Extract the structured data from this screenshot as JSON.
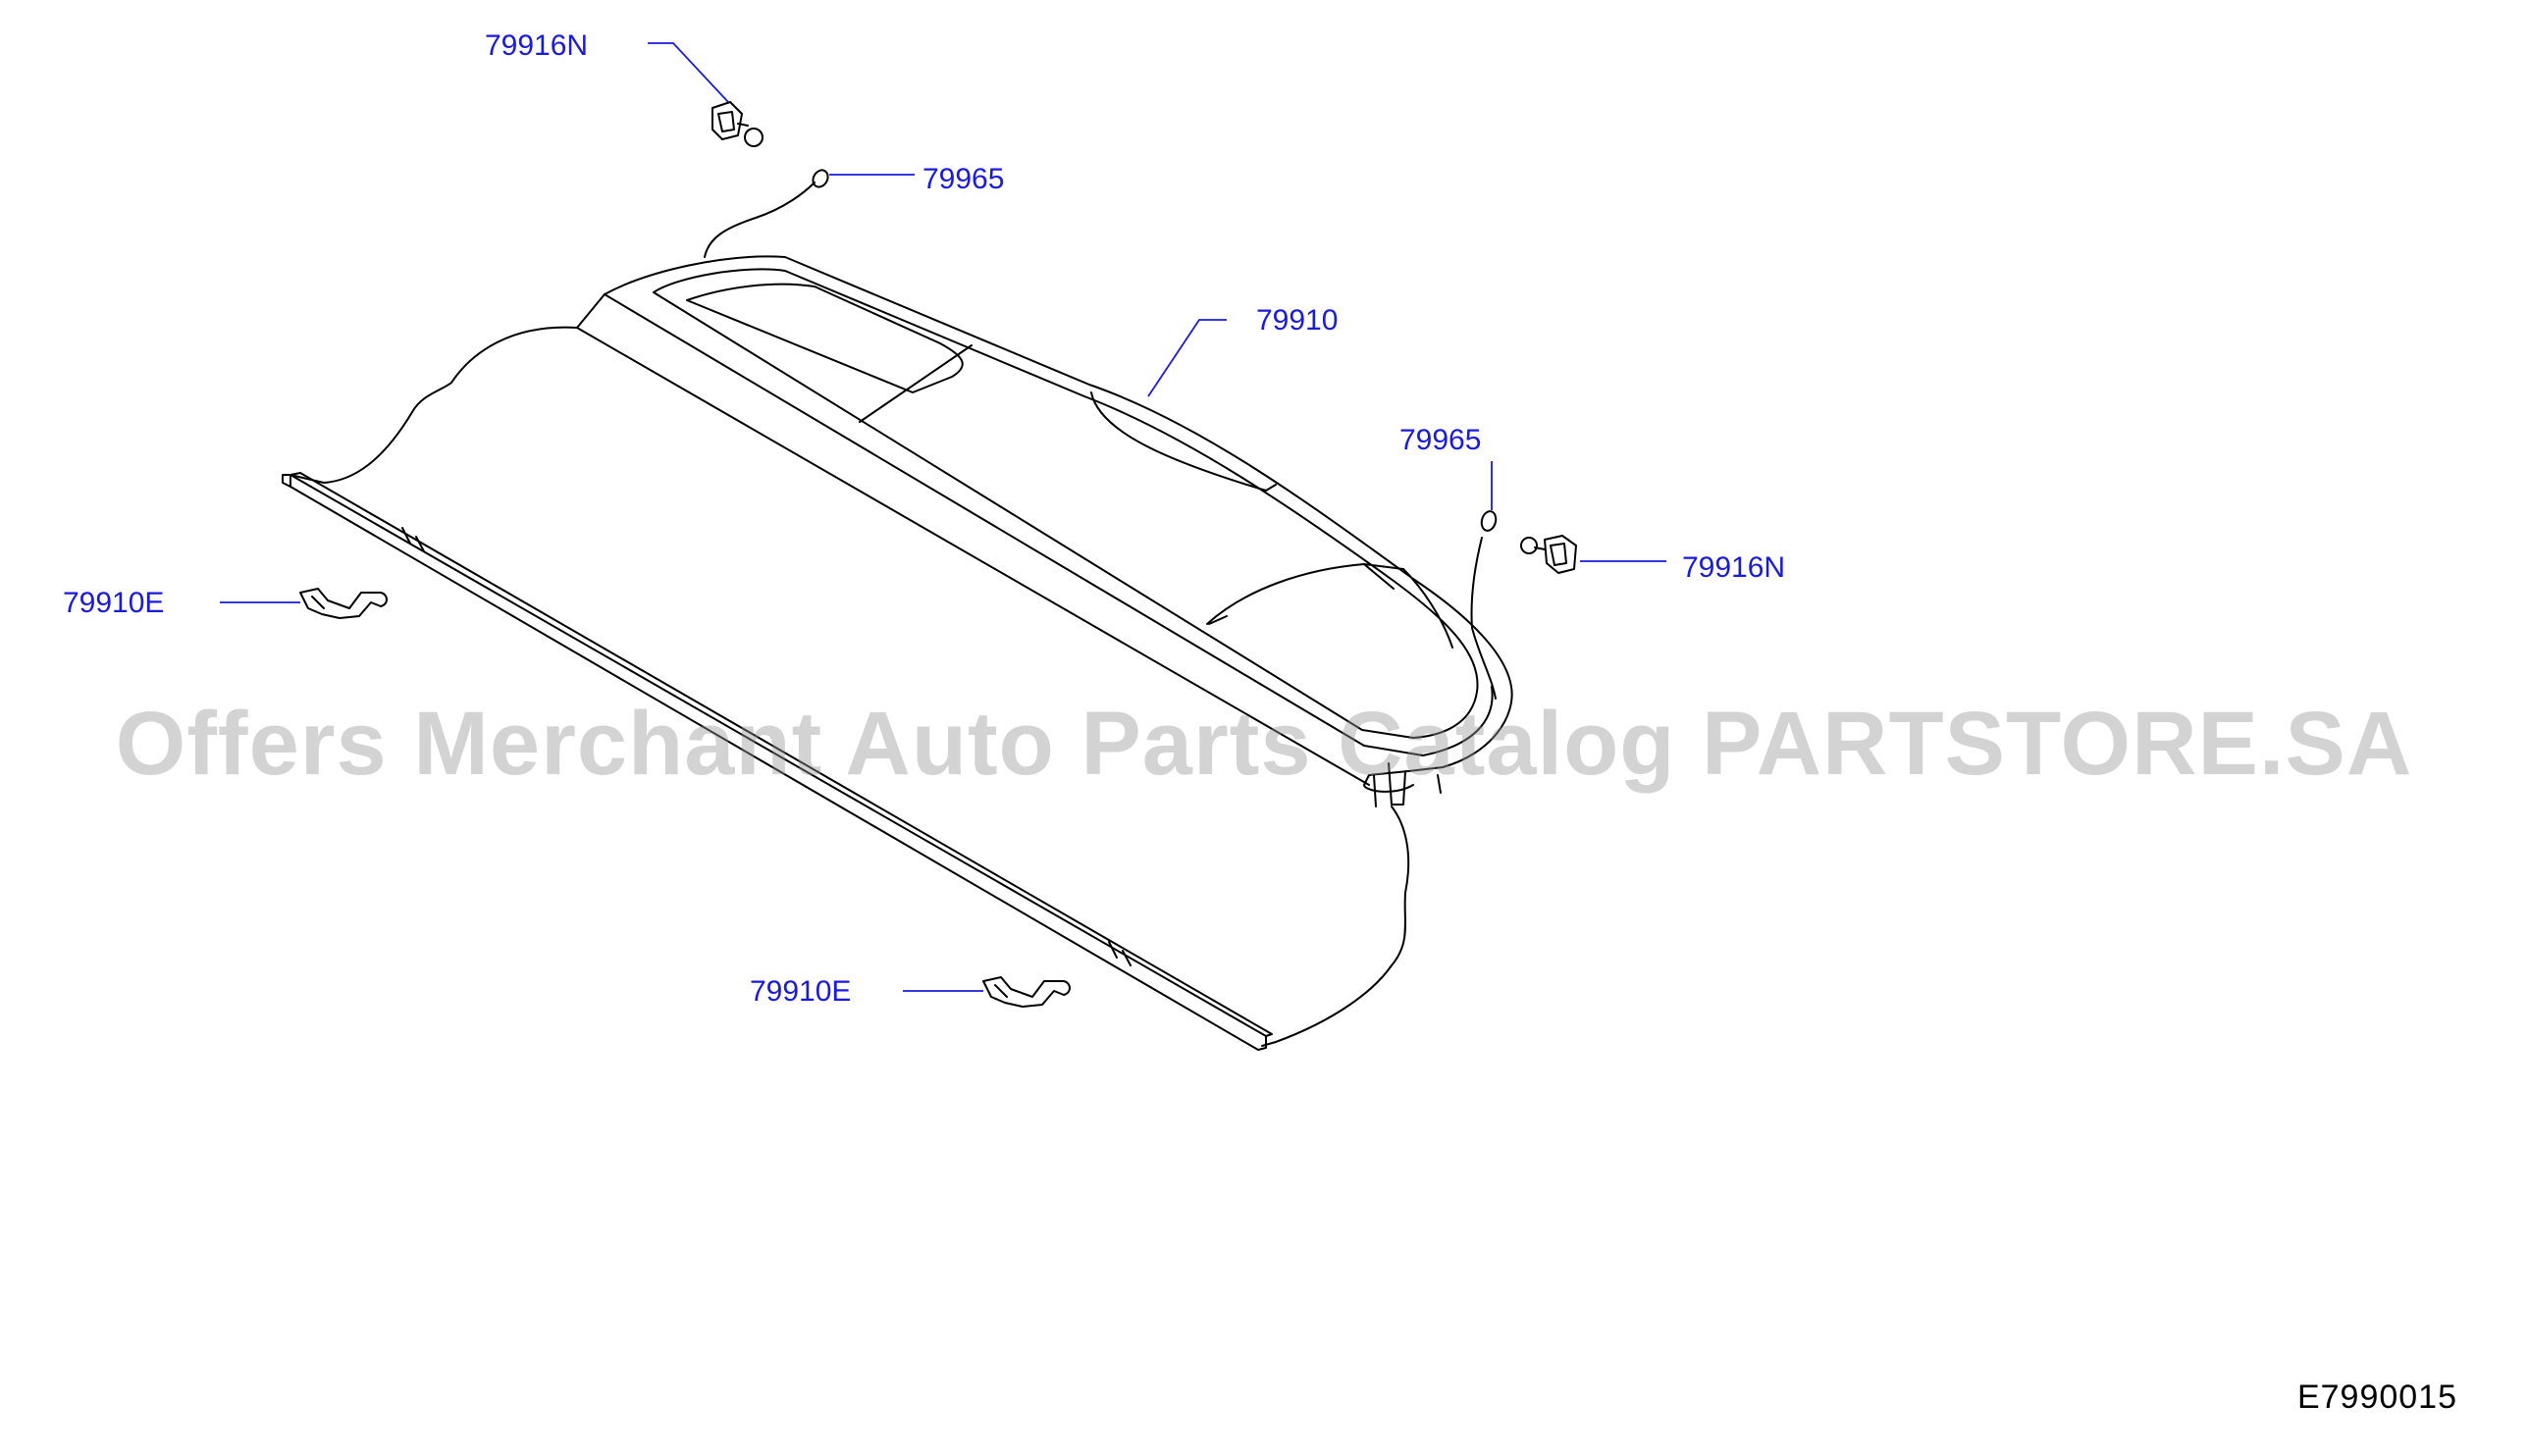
{
  "diagram": {
    "id_label": "E7990015",
    "watermark": "Offers Merchant Auto Parts Catalog PARTSTORE.SA",
    "colors": {
      "callout": "#1a1adb",
      "line": "#000000",
      "leader": "#1a1adb",
      "watermark": "#969696"
    },
    "callouts": [
      {
        "id": "c1",
        "label": "79916N",
        "part": "clip"
      },
      {
        "id": "c2",
        "label": "79965",
        "part": "cord"
      },
      {
        "id": "c3",
        "label": "79910",
        "part": "parcel-shelf"
      },
      {
        "id": "c4",
        "label": "79965",
        "part": "cord"
      },
      {
        "id": "c5",
        "label": "79916N",
        "part": "clip"
      },
      {
        "id": "c6",
        "label": "79910E",
        "part": "hook"
      },
      {
        "id": "c7",
        "label": "79910E",
        "part": "hook"
      }
    ]
  }
}
